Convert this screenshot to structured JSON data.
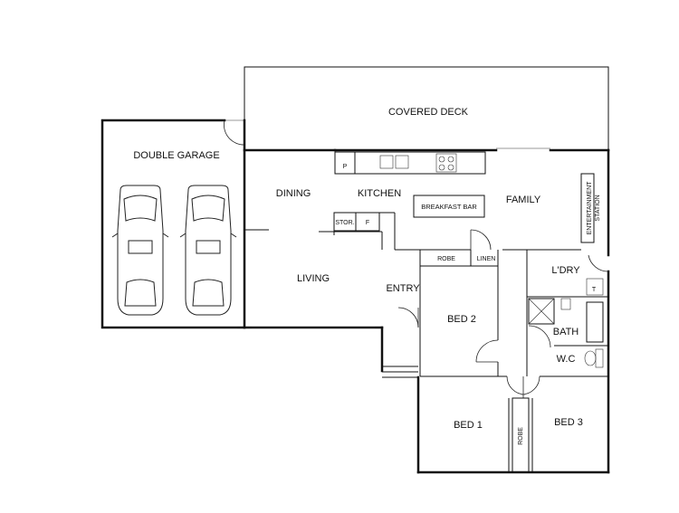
{
  "rooms": {
    "covered_deck": "COVERED DECK",
    "double_garage": "DOUBLE GARAGE",
    "dining": "DINING",
    "kitchen": "KITCHEN",
    "family": "FAMILY",
    "breakfast_bar": "BREAKFAST BAR",
    "entertainment_line1": "ENTERTAINMENT",
    "entertainment_line2": "STATION",
    "pantry": "P",
    "store": "STOR.",
    "fridge": "F",
    "living": "LIVING",
    "entry": "ENTRY",
    "robe_bed2": "ROBE",
    "linen": "LINEN",
    "laundry": "L'DRY",
    "bed2": "BED 2",
    "bath": "BATH",
    "wc": "W.C",
    "bed1": "BED 1",
    "bed3": "BED 3",
    "robe_bed13": "ROBE",
    "t": "T"
  }
}
